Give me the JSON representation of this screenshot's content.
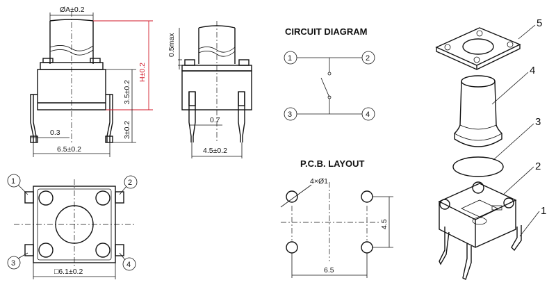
{
  "front_view": {
    "dim_diameter": "ØA±0.2",
    "dim_height": "H±0.2",
    "dim_body": "3.5±0.2",
    "dim_pin": "3±0.2",
    "dim_thickness": "0.3",
    "dim_width": "6.5±0.2"
  },
  "side_view": {
    "dim_cap": "0.5max",
    "dim_pin_width": "0.7",
    "dim_pitch": "4.5±0.2"
  },
  "top_view": {
    "pins": [
      "1",
      "2",
      "3",
      "4"
    ],
    "dim_square": "□6.1±0.2"
  },
  "circuit_diagram": {
    "title": "CIRCUIT DIAGRAM",
    "pins": [
      "1",
      "2",
      "3",
      "4"
    ]
  },
  "pcb_layout": {
    "title": "P.C.B. LAYOUT",
    "dim_holes": "4×Ø1",
    "dim_vertical": "4.5",
    "dim_horizontal": "6.5"
  },
  "exploded_view": {
    "labels": [
      "5",
      "4",
      "3",
      "2",
      "1"
    ]
  },
  "colors": {
    "line": "#111111",
    "height_dim": "#d11a2a"
  }
}
